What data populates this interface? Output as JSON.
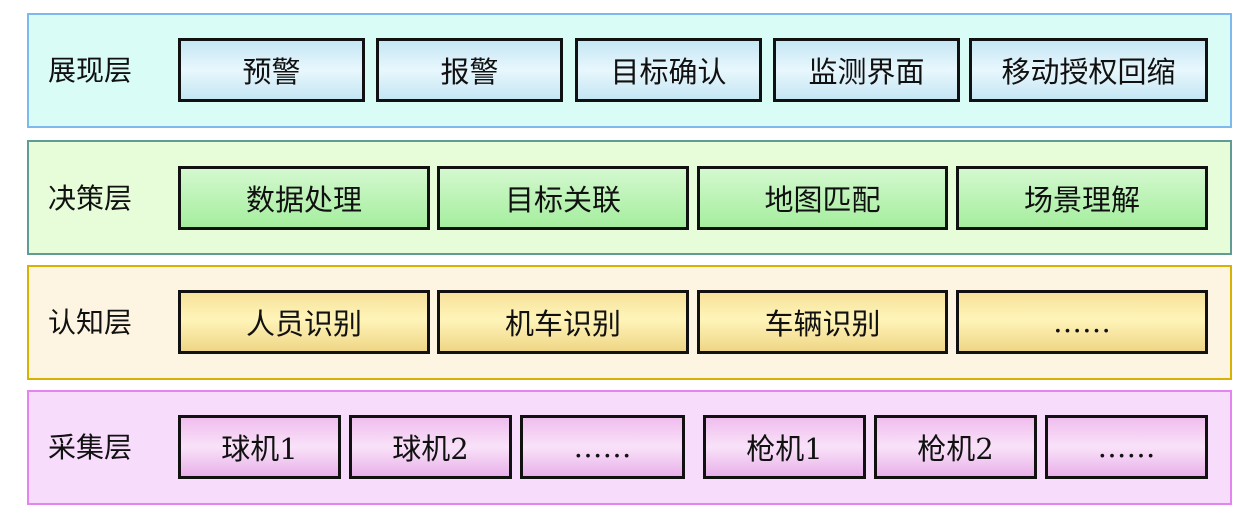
{
  "layers": [
    {
      "label": "展现层",
      "items": [
        "预警",
        "报警",
        "目标确认",
        "监测界面",
        "移动授权回缩"
      ]
    },
    {
      "label": "决策层",
      "items": [
        "数据处理",
        "目标关联",
        "地图匹配",
        "场景理解"
      ]
    },
    {
      "label": "认知层",
      "items": [
        "人员识别",
        "机车识别",
        "车辆识别",
        "……"
      ]
    },
    {
      "label": "采集层",
      "items": [
        "球机1",
        "球机2",
        "……",
        "枪机1",
        "枪机2",
        "……"
      ]
    }
  ],
  "colors": {
    "presentation": "#7db9ef",
    "decision": "#629b94",
    "cognition": "#d9b100",
    "acquisition": "#e384f1"
  }
}
